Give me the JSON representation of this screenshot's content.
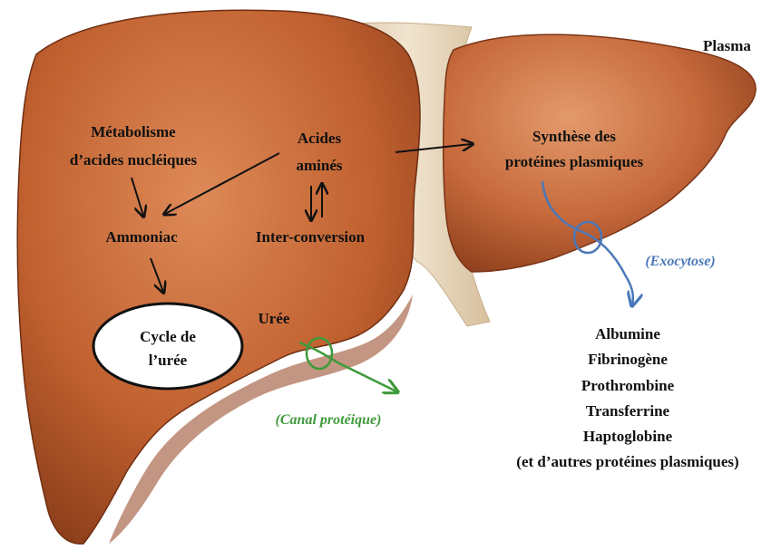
{
  "labels": {
    "plasma": "Plasma",
    "metabolisme_line1": "Métabolisme",
    "metabolisme_line2": "d’acides nucléiques",
    "acides_line1": "Acides",
    "acides_line2": "aminés",
    "synthese_line1": "Synthèse des",
    "synthese_line2": "protéines plasmiques",
    "ammoniac": "Ammoniac",
    "interconversion": "Inter-conversion",
    "cycle_line1": "Cycle de",
    "cycle_line2": "l’urée",
    "uree": "Urée",
    "canal": "(Canal protéique)",
    "exocytose": "(Exocytose)"
  },
  "proteins": [
    "Albumine",
    "Fibrinogène",
    "Prothrombine",
    "Transferrine",
    "Haptoglobine",
    "(et d’autres protéines plasmiques)"
  ],
  "colors": {
    "liver_light": "#d98254",
    "liver_mid": "#b85a30",
    "liver_dark": "#7a3416",
    "ligament": "#e7d6bc",
    "exocytose_blue": "#4a78b8",
    "canal_green": "#3f9a3a",
    "text": "#111111"
  }
}
